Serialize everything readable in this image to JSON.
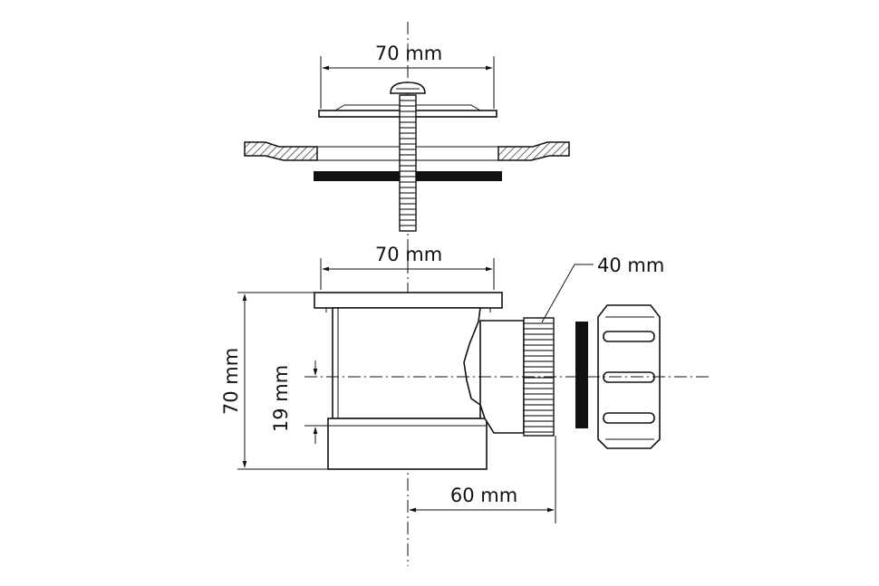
{
  "dimensions": {
    "strainer_plate_width": "70 mm",
    "body_top_width": "70 mm",
    "outlet_thread": "40 mm",
    "body_height": "70 mm",
    "outlet_offset": "19 mm",
    "outlet_projection": "60 mm"
  },
  "colors": {
    "line": "#111111",
    "background": "#ffffff",
    "seal": "#111111"
  }
}
